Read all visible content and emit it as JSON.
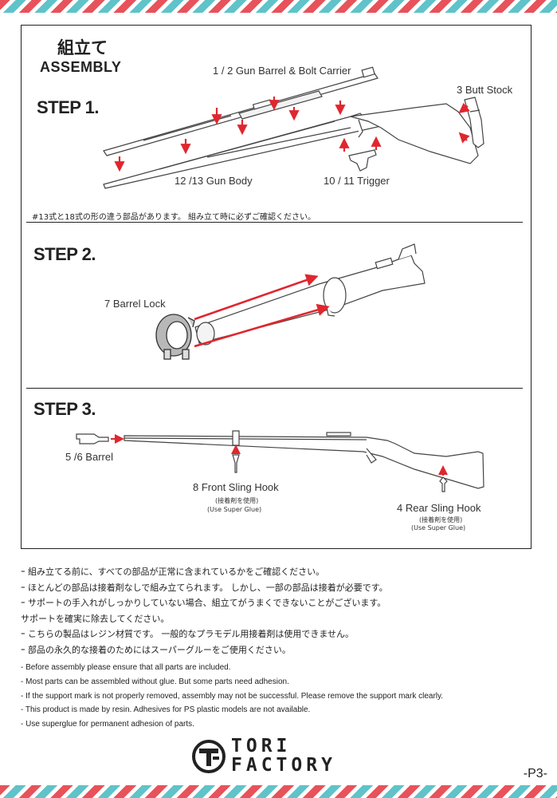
{
  "heading": {
    "jp": "組立て",
    "en": "ASSEMBLY"
  },
  "step1": {
    "title": "STEP 1.",
    "labels": {
      "barrel_bolt": "1 / 2 Gun Barrel & Bolt Carrier",
      "butt_stock": "3 Butt Stock",
      "gun_body": "12 /13 Gun Body",
      "trigger": "10 / 11 Trigger"
    },
    "note": "#13式と18式の形の違う部品があります。 組み立て時に必ずご確認ください。"
  },
  "step2": {
    "title": "STEP 2.",
    "labels": {
      "barrel_lock": "7 Barrel Lock"
    }
  },
  "step3": {
    "title": "STEP 3.",
    "labels": {
      "barrel": "5 /6 Barrel",
      "front_sling": "8 Front Sling Hook",
      "front_sling_jp": "(接着剤を使用)",
      "front_sling_en": "(Use Super Glue)",
      "rear_sling": "4 Rear Sling Hook",
      "rear_sling_jp": "(接着剤を使用)",
      "rear_sling_en": "(Use Super Glue)"
    }
  },
  "notes_jp": [
    "ｰ  組み立てる前に、すべての部品が正常に含まれているかをご確認ください。",
    "ｰ  ほとんどの部品は接着剤なしで組み立てられます。 しかし、一部の部品は接着が必要です。",
    "ｰ  サポートの手入れがしっかりしていない場合、組立てがうまくできないことがございます。",
    "    サポートを確実に除去してください。",
    "ｰ  こちらの製品はレジン材質です。 一般的なプラモデル用接着剤は使用できません。",
    "ｰ  部品の永久的な接着のためにはスーパーグルーをご使用ください。"
  ],
  "notes_en": [
    "-  Before assembly please ensure that all parts are included.",
    "-  Most parts can be assembled without glue. But some parts need adhesion.",
    "-  If the support mark is not properly removed, assembly may not be successful. Please remove the support mark clearly.",
    "-  This product is made by resin. Adhesives for PS plastic models are not available.",
    "-  Use superglue for permanent adhesion of parts."
  ],
  "brand": {
    "line1": "TORI",
    "line2": "FACTORY"
  },
  "page": "-P3-",
  "colors": {
    "arrow_red": "#e0262e",
    "stripe_red": "#e8525a",
    "stripe_teal": "#5fc3c9"
  }
}
